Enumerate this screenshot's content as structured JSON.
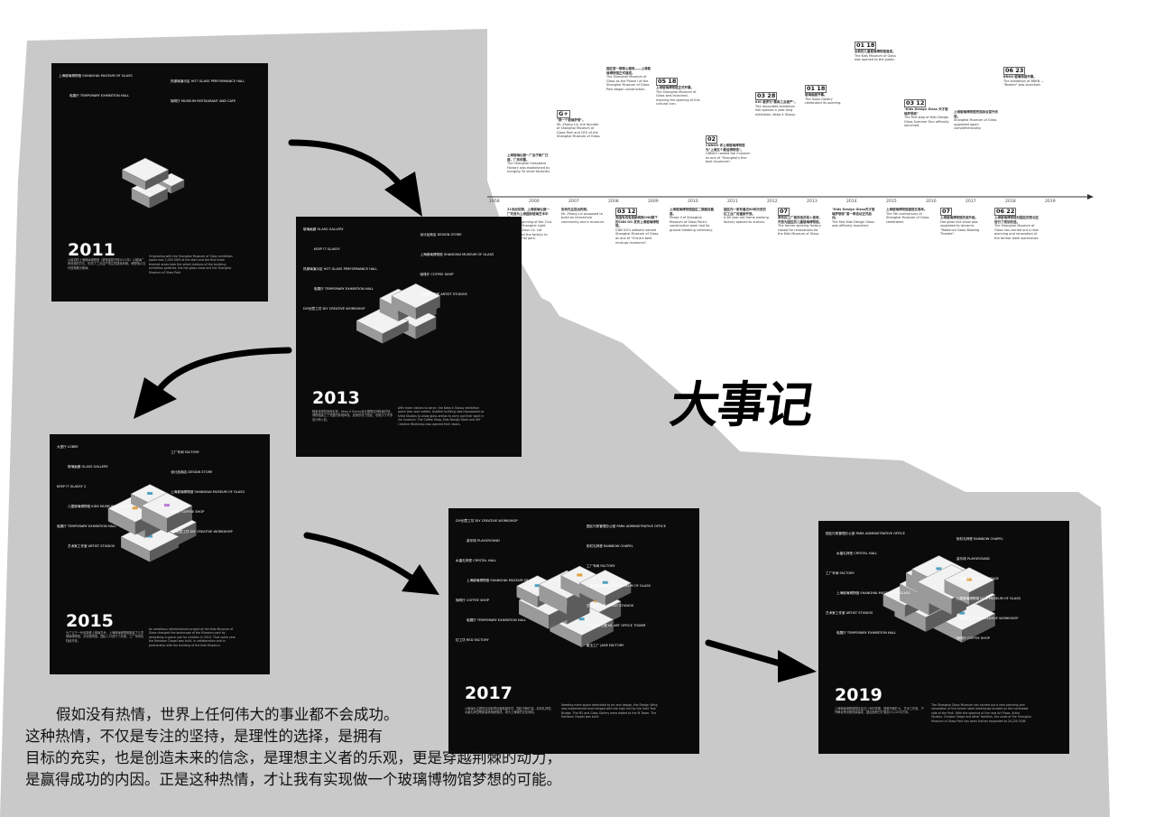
{
  "title": "大事记",
  "quote_lines": [
    "假如没有热情，世界上任何伟大的事业都不会成功。",
    "这种热情，不仅是专注的坚持，是理性的选择，是拥有",
    "目标的充实，也是创造未来的信念，是理想主义者的乐观，更是穿越荆棘的动力，",
    "是赢得成功的内因。正是这种热情，才让我有实现做一个玻璃博物馆梦想的可能。"
  ],
  "panels": [
    {
      "year": "2011",
      "labels": [
        "上海玻璃博物馆 SHANGHAI MUSEUM OF GLASS",
        "热玻璃演示区 HOT GLASS PERFORMANCE HALL",
        "临展厅 TEMPORARY EXHIBITION HALL",
        "咖啡厅 MUSEUM RESTAURANT AND CAFE"
      ],
      "caption_cn": "从最初的上海玻璃博物馆（新馆建筑开馆2011年）以玻璃厂房改造的方式，形成了工业遗产再生的独特风貌，博物馆以当代视角展示玻璃。",
      "caption_en": "Originating with the Shanghai Museum of Glass exhibition space was 2,000 SQM at the start and the first three themed areas took the select stations of the building: exhibition galleries, the hot glass show and the Shanghai Museum of Glass Park."
    },
    {
      "year": "2013",
      "labels": [
        "玻璃画廊 GLASS GALLERY",
        "设计品商店 DESIGN STORE",
        "KEEP IT GLASSY",
        "上海玻璃博物馆 SHANGHAI MUSEUM OF GLASS",
        "热玻璃演示区 HOT GLASS PERFORMANCE HALL",
        "咖啡厅 COFFEE SHOP",
        "临展厅 TEMPORARY EXHIBITION HALL",
        "艺术家工作室 ARTIST STUDIOS",
        "DIY创意工坊 DIY CREATIVE WORKSHOP"
      ],
      "caption_cn": "随着设想的逐渐实现，Keep it Glassy设计展等空间陆续开放，博物馆建立了完整的参观体验，逐渐形成了园区，也吸引了许多设计师入驻。",
      "caption_en": "With more visitors to serve, the Keep it Glassy exhibition space was soon added. Another building was repurposed as Artist Studios to allow glass artists to carry out their work in the museum. The Coffee Shop, Kids Design Store and DIY Creative Workshop also opened their doors."
    },
    {
      "year": "2015",
      "labels": [
        "大堂厅 LOBBY",
        "工厂车间 FACTORY",
        "玻璃画廊 GLASS GALLERY",
        "设计品商店 DESIGN STORE",
        "KEEP IT GLASSY 2",
        "上海玻璃博物馆 SHANGHAI MUSEUM OF GLASS",
        "儿童玻璃博物馆 KIDS MUSEUM OF GLASS",
        "咖啡厅 COFFEE SHOP",
        "临展厅 TEMPORARY EXHIBITION HALL",
        "DIY创意工坊 DIY CREATIVE WORKSHOP",
        "艺术家工作室 ARTIST STUDIOS"
      ],
      "caption_cn": "为了让下一代也能爱上玻璃艺术，上海玻璃博物馆新建了儿童玻璃博物馆，并对咖啡馆、园区入口进行了改造，工厂车间也陆续开放。",
      "caption_en": "An ambitious refurbishment project at the Kids Museum of Glass changed the landscape of the Museum park by dedicating a space just for children in 2015. That same year the Rainbow Chapel was built, in collaboration and in partnership with the building of the Kids Museum."
    },
    {
      "year": "2017",
      "labels": [
        "DIY创意工坊 DIY CREATIVE WORKSHOP",
        "园区行政管理办公室 PARK ADMINISTRATIVE OFFICE",
        "游乐场 PLAYGROUND",
        "彩虹礼拜堂 RAINBOW CHAPEL",
        "水晶礼拜堂 CRYSTAL HALL",
        "工厂车间 FACTORY",
        "上海玻璃博物馆 SHANGHAI MUSEUM OF GLASS",
        "儿童玻璃博物馆 KIDS MUSEUM OF GLASS",
        "咖啡厅 COFFEE SHOP",
        "艺术家工作室 ARTIST STUDIOS",
        "临展厅 TEMPORARY EXHIBITION HALL",
        "N1艺术办公楼 N1 ART OFFICE TOWER",
        "红工坊 RED FACTORY",
        "废玉工厂 JADE FACTORY"
      ],
      "caption_cn": "以玻璃为主题的活动和项目越来越丰富，园区不断扩建，彩虹礼拜堂、水晶礼拜堂等新建筑相继落成，成为上海新的文化地标。",
      "caption_en": "Needing more space dedicated to art and design, the Design Wing was implemented and merged with the high hall by the Gold Tree Bridge. The M2 and Glass Gallery were added to the M Tower. The Rainbow Chapel was built."
    },
    {
      "year": "2019",
      "labels": [
        "园区行政管理办公室 PARK ADMINISTRATIVE OFFICE",
        "彩虹礼拜堂 RAINBOW CHAPEL",
        "水晶礼拜堂 CRYSTAL HALL",
        "游乐场 PLAYGROUND",
        "工厂车间 FACTORY",
        "户外舞台 OUTDOOR STAGE",
        "上海玻璃博物馆 SHANGHAI MUSEUM OF GLASS",
        "儿童玻璃博物馆 KIDS MUSEUM OF GLASS",
        "艺术家工作室 ARTIST STUDIOS",
        "DIY创意工坊 DIY CREATIVE WORKSHOP",
        "临展厅 TEMPORARY EXHIBITION HALL",
        "咖啡厅 COFFEE SHOP"
      ],
      "caption_cn": "上海玻璃博物馆园区经过八年的发展，规模不断扩大，艺术工作室、户外舞台等设施陆续建成，园区面积已扩展至20,220平方米。",
      "caption_en": "The Shanghai Glass Museum has carried out a new planning and renovation of the former steel warehouse located on the northwest side of the Park. With the opening of the new Art Plaza, Artist Studios, Outdoor Stage and other facilities, the scale of the Shanghai Museum of Glass Park has been further expanded to 20,220 SQM."
    }
  ],
  "timeline": {
    "years": [
      "1958",
      "2000",
      "2007",
      "2008",
      "2009",
      "2010",
      "2011",
      "2012",
      "2013",
      "2014",
      "2015",
      "2016",
      "2017",
      "2018",
      "2019"
    ],
    "above": [
      {
        "date": "",
        "cn": "上海玻璃仪器一厂由于新厂迁建，厂房闲置。",
        "en": "The Shanghai Glassware Factory was established by merging 30 small factories."
      },
      {
        "date": "G+",
        "cn": "\"我一个玻璃梦想\"。",
        "en": "Mr. Zhang Lin, the founder of Shanghai Museum of Glass Park and CEO of the Shanghai Museum of Glass."
      },
      {
        "date": "",
        "cn": "园区第一期核心建筑——上海玻璃博物馆正式建成。",
        "en": "The Shanghai Museum of Glass as the Phase I of the Shanghai Museum of Glass Park began construction."
      },
      {
        "date": "05 18",
        "cn": "上海玻璃博物馆正式开幕。",
        "en": "The Shanghai Museum of Glass was launched, marking the opening of this cultural icon."
      },
      {
        "date": "02",
        "cn": "CNNGO 评上海玻璃博物馆为\"上海五个最佳博物馆\"。",
        "en": "CNNGO ranked the museum as one of \"Shanghai's five best museums\"."
      },
      {
        "date": "03 28",
        "cn": "KIG 被评为\"最具工业遗产\"。",
        "en": "The renovated exhibition hall opened a year-long exhibition, Keep it Glassy."
      },
      {
        "date": "01 18",
        "cn": "玻璃画廊开幕。",
        "en": "The Glass Gallery celebrated its opening."
      },
      {
        "date": "01 18",
        "cn": "全新的儿童玻璃博物馆落成。",
        "en": "The Kids Museum of Glass was opened to the public."
      },
      {
        "date": "03 12",
        "cn": "\"Kids Design Glass 天才玻璃梦想家\"",
        "en": "The first stop of Kids Design Glass Summer Tour officially launched."
      },
      {
        "date": "",
        "cn": "上海玻璃博物馆完成综合提升改造。",
        "en": "Shanghai Museum of Glass upgraded again comprehensively."
      },
      {
        "date": "06 23",
        "cn": "BRKN 玻璃特展开幕。",
        "en": "The exhibition of BRKN — \"Broken\" was launched."
      }
    ],
    "below": [
      {
        "date": "",
        "cn": "21世纪初期，上海玻璃仪器一厂改造为上海国际玻璃艺术中心。",
        "en": "At the beginning of the 21st Century, Shanghai Light Industry Glass Co. Ltd remodelled the factory to an industrial park."
      },
      {
        "date": "",
        "cn": "张林先生提出构想。",
        "en": "Mr. Zhang Lin proposed to build an interactive community and a museum."
      },
      {
        "date": "03 12",
        "cn": "美国有线电视新闻网CNN旗下的CNN GO 发布上海玻璃博物馆。",
        "en": "CNN GO's website named Shanghai Museum of Glass as one of \"China's best must-go museums\"."
      },
      {
        "date": "",
        "cn": "上海玻璃博物馆园区二期建设奠基。",
        "en": "Phase II of Shanghai Museum of Glass Park's construction work had its ground breaking ceremony."
      },
      {
        "date": "",
        "cn": "园区内一家有着近60年历史的红工业厂房重新开放。",
        "en": "A 60 year old frame working factory opened to visitors."
      },
      {
        "date": "07",
        "cn": "原有的工厂被改造并投入使用，开放为园区的儿童玻璃博物馆。",
        "en": "The former working factory closed for renovations for the Kids Museum of Glass."
      },
      {
        "date": "",
        "cn": "\"Kids Design Glass天才玻璃梦想家\"第一季活动正式启动。",
        "en": "The first Kids Design Glass was officially launched."
      },
      {
        "date": "",
        "cn": "上海玻璃博物馆建馆五周年。",
        "en": "The 5th anniversary of Shanghai Museum of Glass celebrated."
      },
      {
        "date": "07",
        "cn": "上海玻璃博物馆改造升级。",
        "en": "Hot glass live show was upgraded to dynamic \"Radiance Glass Blowing Theatre\"."
      },
      {
        "date": "06 22",
        "cn": "上海玻璃博物馆对园区的西北区进行了规划改造。",
        "en": "The Shanghai Museum of Glass has carried out a new planning and renovation of the former steel warehouse."
      }
    ]
  }
}
